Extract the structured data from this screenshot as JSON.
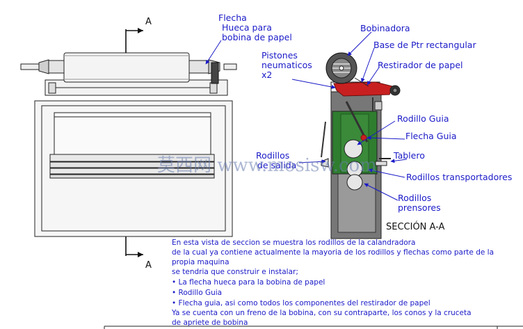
{
  "labels": {
    "flecha_line1": "Flecha",
    "flecha_line2": "Hueca para",
    "flecha_line3": "bobina de papel",
    "bobinadora": "Bobinadora",
    "base_ptr": "Base de Ptr rectangular",
    "pistones_line1": "Pistones",
    "pistones_line2": "neumaticos",
    "pistones_line3": "x2",
    "restirador": "Restirador de papel",
    "rodillo_guia": "Rodillo Guia",
    "flecha_guia": "Flecha Guia",
    "tablero": "Tablero",
    "rodillos_line1": "Rodillos",
    "rodillos_line2": "de salida",
    "rodillos_transportadores": "Rodillos transportadores",
    "rodillos_prensores_line1": "Rodillos",
    "rodillos_prensores_line2": "prensores",
    "seccion": "SECCIÓN A-A",
    "section_mark_top": "A",
    "section_mark_bottom": "A"
  },
  "watermark": "莫西网 www.mosisw.com",
  "notes": [
    "En esta vista de seccion se muestra los rodillos de la calandradora",
    "de la cual ya contiene actualmente la mayoria de los rodillos y flechas como parte de la",
    "propia maquina",
    "se tendria que construir e instalar;",
    "•        La flecha hueca para la bobina de papel",
    "•        Rodillo Guia",
    "•        Flecha guia, asi como todos los componentes del restirador de papel",
    "Ya se cuenta con un freno de la bobina, con su contraparte, los conos y la cruceta",
    "de apriete de bobina"
  ],
  "colors": {
    "label_text": "#1a1ac8",
    "frame_green": "#2f7d2f",
    "housing_gray": "#6e6e6e",
    "restirador_red": "#c82020"
  }
}
